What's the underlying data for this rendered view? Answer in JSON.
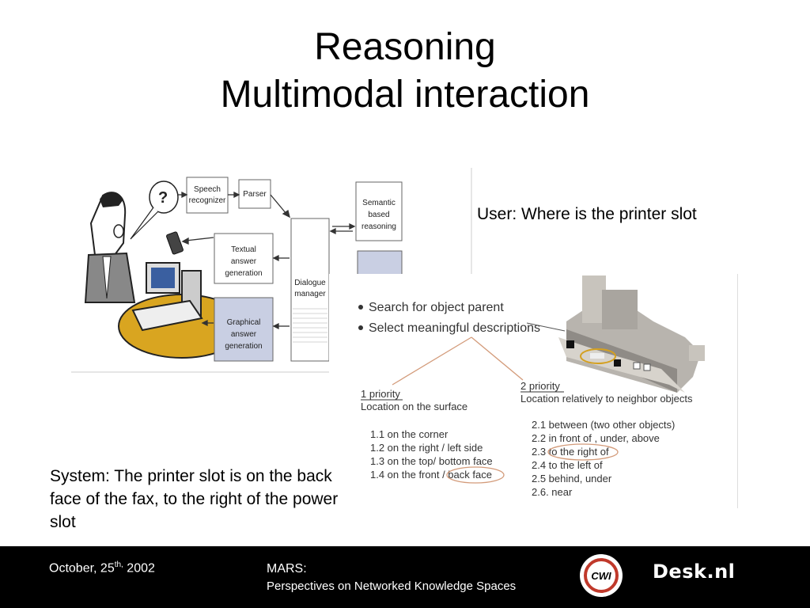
{
  "title": {
    "line1": "Reasoning",
    "line2": "Multimodal interaction"
  },
  "user_text": "User: Where is the printer slot",
  "system_text": "System: The printer slot is on the back face of the fax, to the right of the power slot",
  "diagram": {
    "speech": "?",
    "speech_recognizer": [
      "Speech",
      "recognizer"
    ],
    "parser": "Parser",
    "semantic": [
      "Semantic",
      "based",
      "reasoning"
    ],
    "textual": [
      "Textual",
      "answer",
      "generation"
    ],
    "dialogue": [
      "Dialogue",
      "manager"
    ],
    "graphical": [
      "Graphical",
      "answer",
      "generation"
    ]
  },
  "panel": {
    "bullet1": "Search for object parent",
    "bullet2": "Select meaningful descriptions",
    "p1_title": "1 priority",
    "p1_sub": "Location on the surface",
    "p1_items": [
      "1.1 on the corner",
      "1.2 on the right / left side",
      "1.3 on the top/ bottom face",
      "1.4 on the front / back face"
    ],
    "p2_title": "2 priority",
    "p2_sub": "Location relatively to neighbor objects",
    "p2_items": [
      "2.1 between (two other objects)",
      "2.2 in front of , under, above",
      "2.3 to the right of",
      "2.4 to the left of",
      "2.5 behind, under",
      "2.6. near"
    ]
  },
  "footer": {
    "date_prefix": "October, 25",
    "date_sup": "th,",
    "date_year": " 2002",
    "mars_title": "MARS:",
    "mars_sub": "Perspectives on Networked Knowledge Spaces",
    "cwi_logo": "CWI",
    "desk_logo": "Desk.nl"
  }
}
